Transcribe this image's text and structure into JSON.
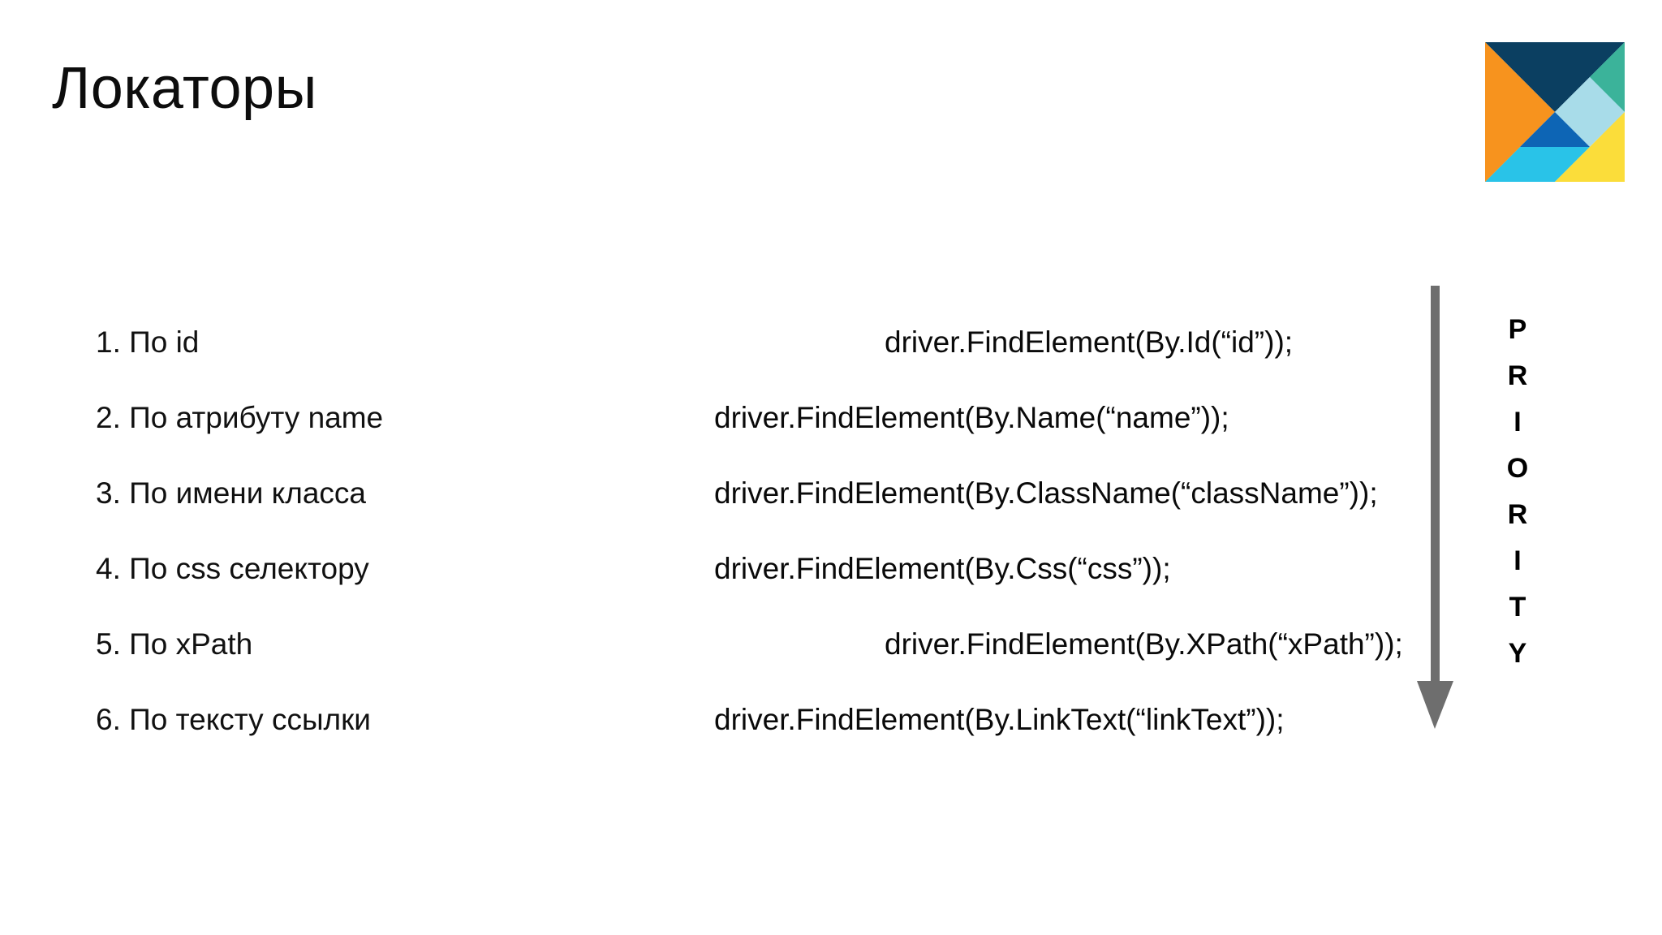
{
  "slide": {
    "title": "Локаторы",
    "background_color": "#ffffff",
    "text_color": "#111111"
  },
  "logo": {
    "name": "brand-logo",
    "colors": {
      "navy": "#0b3f61",
      "orange": "#f7931e",
      "teal": "#3bb39a",
      "light_blue": "#a8dce9",
      "blue": "#0d65b5",
      "cyan": "#29c3e8",
      "yellow": "#fbdd3a"
    }
  },
  "locators": [
    {
      "label": "1. По id",
      "code": "driver.FindElement(By.Id(“id”));",
      "indented": true
    },
    {
      "label": "2. По атрибуту name",
      "code": "driver.FindElement(By.Name(“name”));",
      "indented": false
    },
    {
      "label": "3. По имени класса",
      "code": "driver.FindElement(By.ClassName(“className”));",
      "indented": false
    },
    {
      "label": "4. По css селектору",
      "code": "driver.FindElement(By.Css(“css”));",
      "indented": false
    },
    {
      "label": "5. По xPath",
      "code": "driver.FindElement(By.XPath(“xPath”));",
      "indented": true
    },
    {
      "label": "6. По тексту ссылки",
      "code": "driver.FindElement(By.LinkText(“linkText”));",
      "indented": false
    }
  ],
  "priority": {
    "word": "PRIORITY",
    "letters": [
      "P",
      "R",
      "I",
      "O",
      "R",
      "I",
      "T",
      "Y"
    ],
    "arrow_color": "#6e6e6e",
    "direction": "down"
  }
}
